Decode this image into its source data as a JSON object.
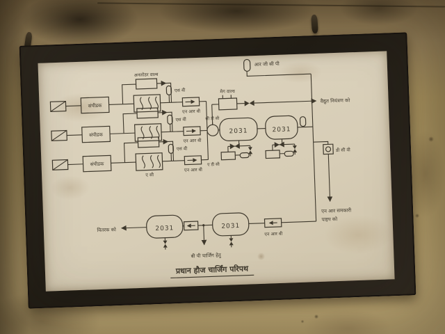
{
  "scene": {
    "description": "Photograph of a black-framed schematic board mounted on a weathered wall",
    "colors": {
      "wall": "#ab9563",
      "frame": "#221e18",
      "board": "#d9d0bb",
      "ink": "#3e382c"
    }
  },
  "diagram": {
    "title": "प्रधान हौज चार्जिंग परिपथ",
    "labels": {
      "rgcp": "आर जी सी पी",
      "unloader_valve": "अनलोडर वाल्व",
      "mag_valve": "मैग वाल्व",
      "to_electric_control": "वैद्युत नियंत्रण को",
      "compressor": "संपीडक",
      "safety_valve": "एस वी",
      "nrv": "एन आर वी",
      "after_cooler": "ए सी",
      "cdc": "सी डी सी",
      "adc": "ए डी सी",
      "dcv": "डी सी वी",
      "vessel": "2031",
      "nr_equalizing_line1": "एन आर समकारी",
      "nr_equalizing_line2": "पाइप को",
      "bp_charging": "बी पी चार्जिंग हेतु",
      "to_distributor": "वितरक को"
    }
  }
}
